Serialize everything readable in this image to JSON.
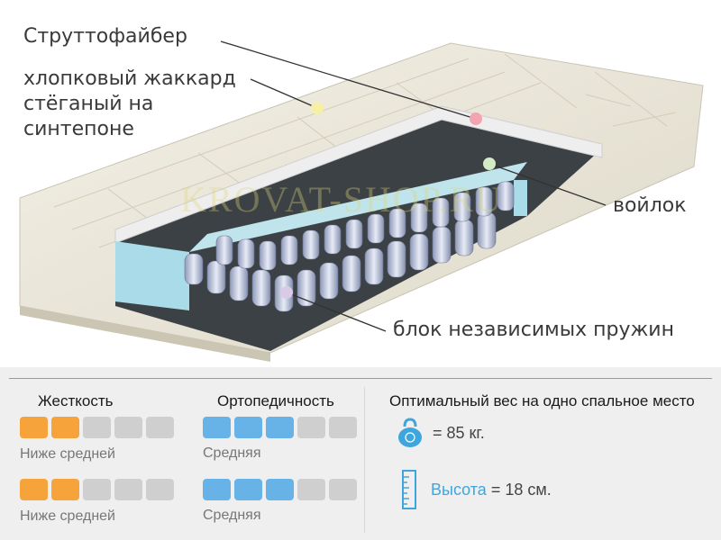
{
  "image": {
    "layers": {
      "top": "Струттофайбер",
      "cover": "хлопковый жаккард\nстёганый на\nсинтепоне",
      "felt": "войлок",
      "springs": "блок независимых пружин"
    },
    "watermark": "KROVAT-SHOP.RU"
  },
  "specs": {
    "hardness": {
      "title": "Жесткость",
      "level": "Ниже средней",
      "filled": 2,
      "total": 5,
      "color": "#f5a33a"
    },
    "orthopedic": {
      "title": "Ортопедичность",
      "level": "Средняя",
      "filled": 3,
      "total": 5,
      "color": "#67b3e8"
    },
    "weight": {
      "title": "Оптимальный вес на одно спальное место",
      "value": "= 85 кг."
    },
    "height": {
      "label": "Высота",
      "value": "= 18 см."
    }
  }
}
